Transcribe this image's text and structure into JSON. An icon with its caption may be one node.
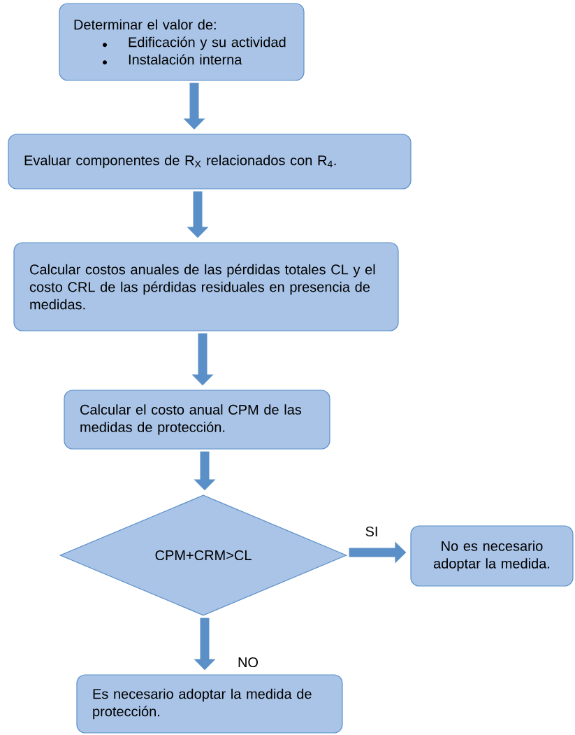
{
  "diagram": {
    "nodes": [
      {
        "text": [
          "Determinar el valor de:",
          "Edificación y su actividad",
          "Instalación interna"
        ]
      },
      {
        "text": [
          "Evaluar componentes de R$_{X}$ relacionados con R$_{4}$."
        ]
      },
      {
        "text": [
          "Calcular costos anuales de las pérdidas totales CL y el costo CRL de las pérdidas residuales en presencia de medidas."
        ]
      },
      {
        "text": [
          "Calcular el costo anual CPM de las medidas de protección."
        ]
      },
      {
        "text": [
          "CPM+CRM>CL"
        ]
      },
      {
        "text": [
          "No es necesario adoptar la medida."
        ]
      },
      {
        "text": [
          "Es necesario adoptar la medida de protección."
        ]
      }
    ],
    "edges": [
      {
        "from": 0,
        "to": 1,
        "arrow": "to"
      },
      {
        "from": 1,
        "to": 2,
        "arrow": "to"
      },
      {
        "from": 2,
        "to": 3,
        "arrow": "to"
      },
      {
        "from": 3,
        "to": 4,
        "arrow": "to"
      },
      {
        "from": 4,
        "to": 5,
        "arrow": "to",
        "label": "SI"
      },
      {
        "from": 4,
        "to": 6,
        "arrow": "to",
        "label": "NO"
      }
    ]
  }
}
